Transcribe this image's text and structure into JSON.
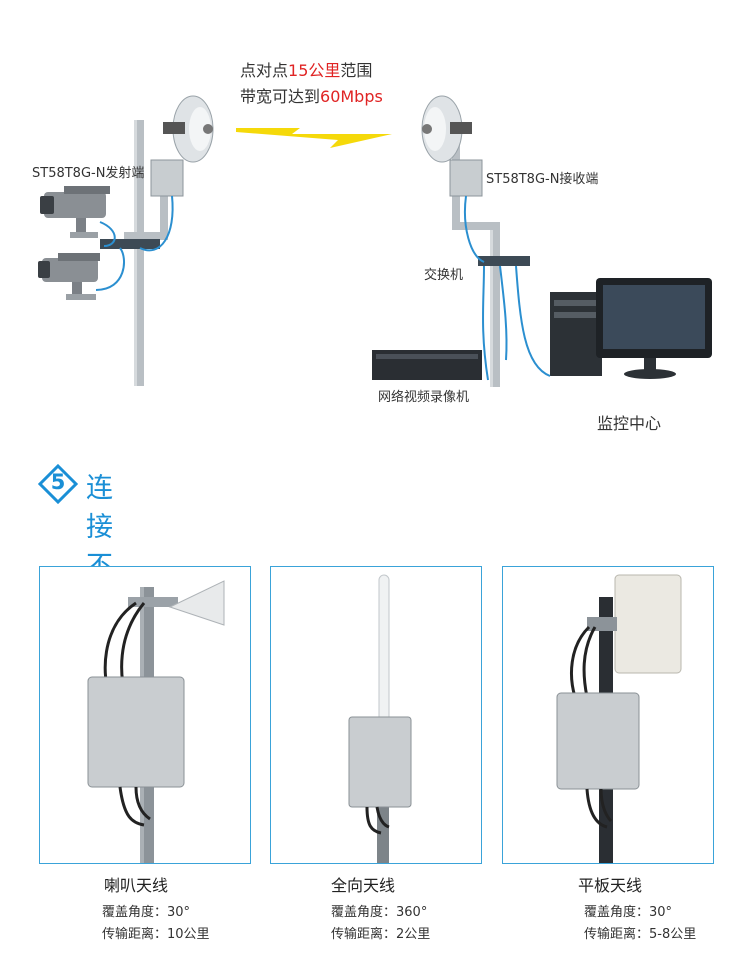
{
  "diagram": {
    "headline_line1_prefix": "点对点",
    "headline_line1_highlight": "15公里",
    "headline_line1_suffix": "范围",
    "headline_line2_prefix": "带宽可达到",
    "headline_line2_highlight": "60Mbps",
    "transmitter_label": "ST58T8G-N发射端",
    "receiver_label": "ST58T8G-N接收端",
    "switch_label": "交换机",
    "nvr_label": "网络视频录像机",
    "monitor_center_label": "监控中心"
  },
  "section": {
    "number": "5",
    "title": "连接不同的天线"
  },
  "antennas": [
    {
      "name": "喇叭天线",
      "coverage": "覆盖角度：30°",
      "distance": "传输距离：10公里"
    },
    {
      "name": "全向天线",
      "coverage": "覆盖角度：360°",
      "distance": "传输距离：2公里"
    },
    {
      "name": "平板天线",
      "coverage": "覆盖角度：30°",
      "distance": "传输距离：5-8公里"
    }
  ],
  "colors": {
    "accent": "#1a8fd6",
    "highlight": "#e02424",
    "card_border": "#3aa3d9",
    "cable": "#2b8fd0"
  }
}
